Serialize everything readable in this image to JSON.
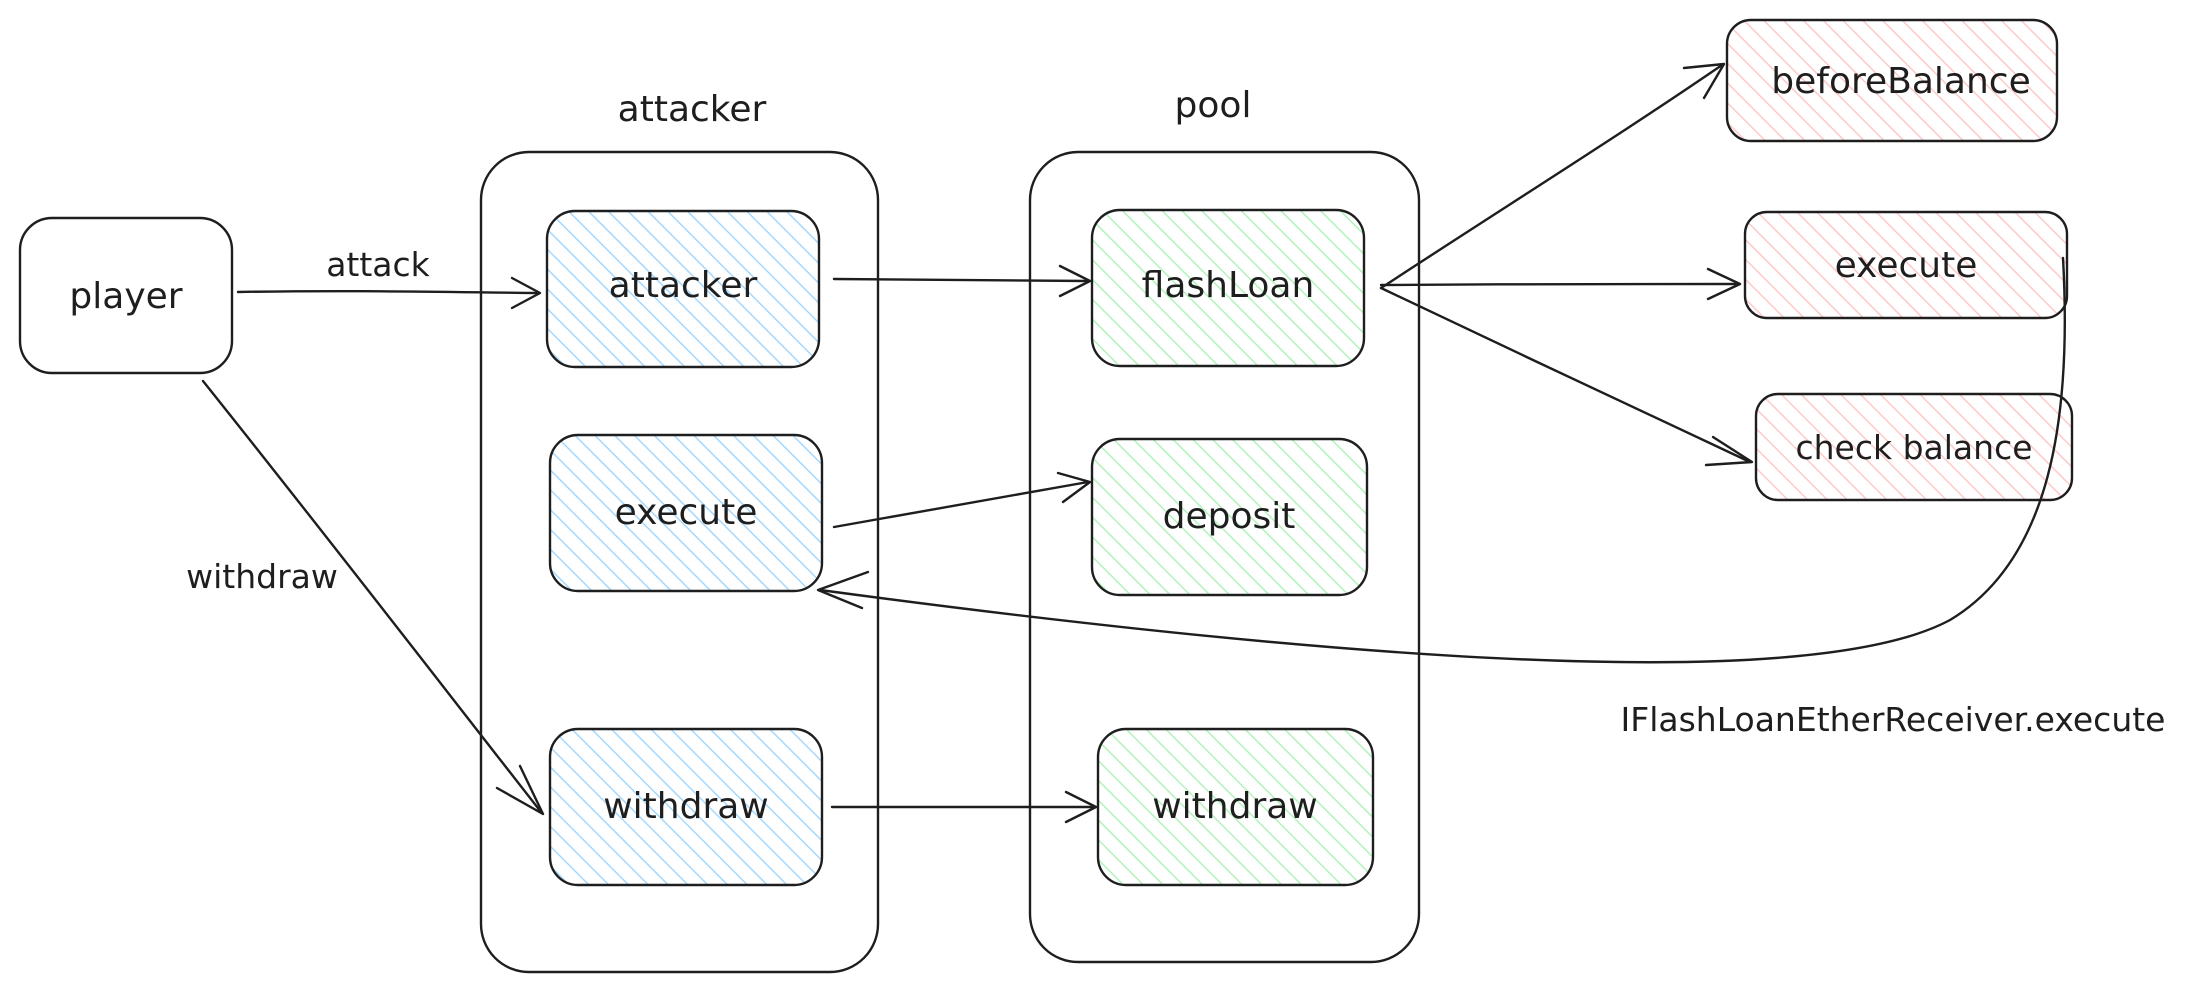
{
  "diagram": {
    "nodes": {
      "player": "player",
      "attacker_group_title": "attacker",
      "pool_group_title": "pool",
      "attacker_attacker": "attacker",
      "attacker_execute": "execute",
      "attacker_withdraw": "withdraw",
      "pool_flashloan": "flashLoan",
      "pool_deposit": "deposit",
      "pool_withdraw": "withdraw",
      "before_balance": "beforeBalance",
      "receiver_execute": "execute",
      "check_balance": "check balance"
    },
    "edge_labels": {
      "attack": "attack",
      "withdraw": "withdraw",
      "callback": "IFlashLoanEtherReceiver.execute"
    },
    "colors": {
      "stroke": "#1e1e1e",
      "attacker_fill": "#a5d8ff",
      "pool_fill": "#b2f2bb",
      "receiver_fill": "#ffc9c9"
    }
  }
}
